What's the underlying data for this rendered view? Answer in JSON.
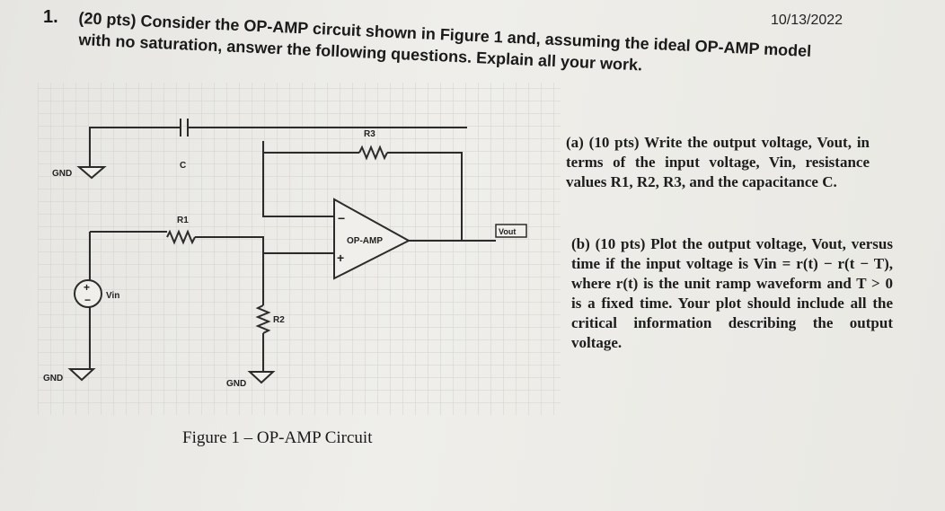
{
  "header": {
    "date": "10/13/2022",
    "question_number": "1.",
    "question_line1": "(20 pts) Consider the OP-AMP circuit shown in Figure 1 and, assuming the ideal OP-AMP model",
    "question_line2": "with no saturation, answer the following questions. Explain all your work."
  },
  "circuit": {
    "labels": {
      "gnd_top": "GND",
      "gnd_left": "GND",
      "gnd_bottom": "GND",
      "capacitor": "C",
      "r1": "R1",
      "r2": "R2",
      "r3": "R3",
      "source": "Vin",
      "opamp": "OP-AMP",
      "minus": "−",
      "plus": "+",
      "vout": "Vout"
    },
    "caption": "Figure 1 – OP-AMP Circuit"
  },
  "parts": {
    "a": "(a) (10 pts) Write the output voltage, Vout, in terms of the input voltage, Vin, resistance values R1, R2, R3, and the capacitance C.",
    "b": "(b) (10 pts) Plot the output voltage, Vout, versus time if the input voltage is Vin = r(t) − r(t − T), where r(t) is the unit ramp waveform and T > 0 is a fixed time. Your plot should include all the critical information describing the output voltage."
  }
}
